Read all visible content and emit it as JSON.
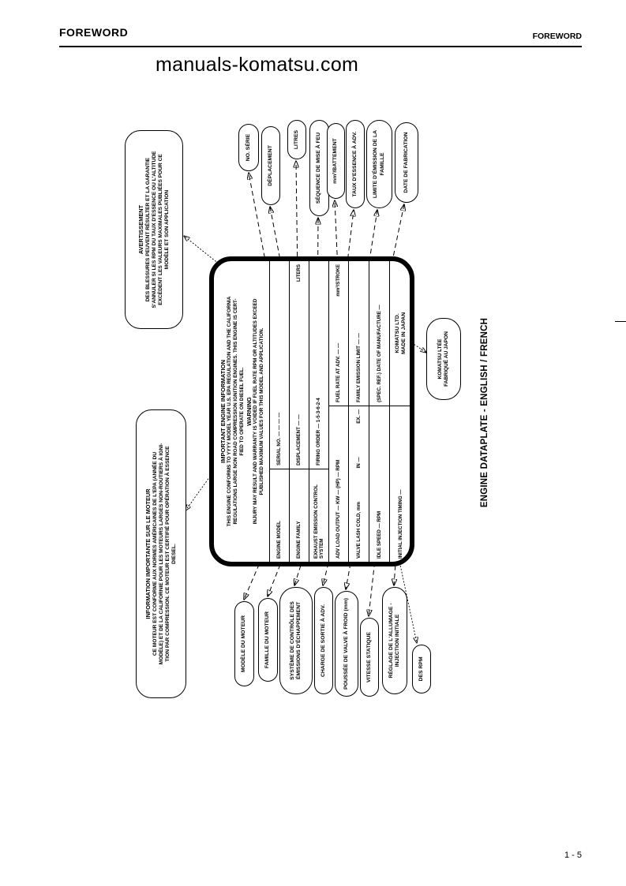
{
  "page": {
    "header_left": "FOREWORD",
    "header_right": "FOREWORD",
    "watermark": "manuals-komatsu.com",
    "page_number": "1 - 5"
  },
  "caption": "ENGINE DATAPLATE - ENGLISH / FRENCH",
  "plate": {
    "title": "IMPORTANT ENGINE INFORMATION",
    "para": [
      "THIS ENGINE CONFORMS TO YYYY MODEL YEAR U.S. EPA REGULATION AND THE CALIFORNIA",
      "REGULATIONS LARGE NON ROAD COMPRESSION IGNITION ENGINES. THIS ENGINE IS CERT-",
      "FIED TO OPERATE ON DIESEL FUEL."
    ],
    "warning_title": "WARNING",
    "warning": [
      "INJURY MAY RESULT AND WARRANTY IS VOIDED IF FUEL RATE RPM OR ALTITUDES EXCEED",
      "PUBLISHED MAXIMUM VALUES FOR THIS MODEL AND APPLICATION."
    ],
    "rows": {
      "engine_model": "ENGINE MODEL",
      "serial_no": "SERIAL NO.  — — — —",
      "engine_family": "ENGINE FAMILY",
      "displacement": "DISPLACEMENT  — —",
      "liters": "LITERS",
      "exhaust": "EXHAUST EMISSION CONTROL SYSTEM",
      "firing_order": "FIRING ORDER  —  1-5-3-6-2-4",
      "adv_load": "ADV LOAD OUTPUT  —  KW  —  (HP)  —  RPM",
      "fuel_rate": "FUEL RATE AT ADV.  — —",
      "fuel_unit": "mm³/STROKE",
      "valve_lash": "VALVE LASH COLD, mm",
      "valve_in": "IN  —",
      "valve_ex": "EX.  —",
      "emission_limit": "FAMILY EMISSION LIMIT  — —",
      "idle_speed": "IDLE SPEED  —  RPM",
      "date_mfg": "(SPEC. REF.) DATE OF MANUFACTURE  —",
      "injection_timing": "INITIAL INJECTION TIMING  —",
      "maker_line1": "KOMATSU LTD.",
      "maker_line2": "MADE IN JAPAN"
    }
  },
  "callouts": {
    "info_fr_title": "INFORMATION IMPORTANTE SUR LE MOTEUR",
    "info_fr": [
      "CE MOTEUR EST CONFORME AUX NORMES AMÉRICAINES DE L'EPA (ANNÉE DU",
      "MODÈLE) ET DE LA CALIFORNIE POUR LES MOTEURS LARGES NON-ROUTIERS À IGNI-",
      "TION PAR COMPRESSION. CE MOTEUR EST CERTIFIÉ POUR OPÉRATION À ESSENCE",
      "DIESEL."
    ],
    "warn_fr_title": "AVERTISSEMENT",
    "warn_fr": [
      "DES BLESSURES PEUVENT RÉSULTER ET LA GARANTIE",
      "S'ANNULER SI LES RPM DU TAUX D'ESSENCE OU L'ALTITUDE",
      "EXCÈDENT LES VALEURS MAXIMALES PUBLIÉES POUR CE",
      "MODÈLE ET SON APPLICATION"
    ],
    "left": [
      "MODÈLE DU MOTEUR",
      "FAMILLE DU MOTEUR",
      "SYSTÈME DE CONTRÔLE DES ÉMISSIONS D'ÉCHAPPEMENT",
      "CHARGE DE SORTIE À ADV.",
      "POUSSÉE DE VALVE À FROID (mm)",
      "VITESSE STATIQUE",
      "RÉGLAGE DE L'ALLUMAGE - INJECTION INITIALE",
      "DES RPM"
    ],
    "right": [
      "NO. SÉRIE",
      "DÉPLACEMENT",
      "LITRES",
      "SÉQUENCE DE MISE À FEU",
      "mm³/BATTEMENT",
      "TAUX D'ESSENCE À ADV.",
      "LIMITE D'ÉMISSION DE LA FAMILLE",
      "DATE DE FABRICATION"
    ],
    "komatsu_fr_line1": "KOMATSU LTÉE",
    "komatsu_fr_line2": "FABRIQUÉ AU JAPON"
  }
}
